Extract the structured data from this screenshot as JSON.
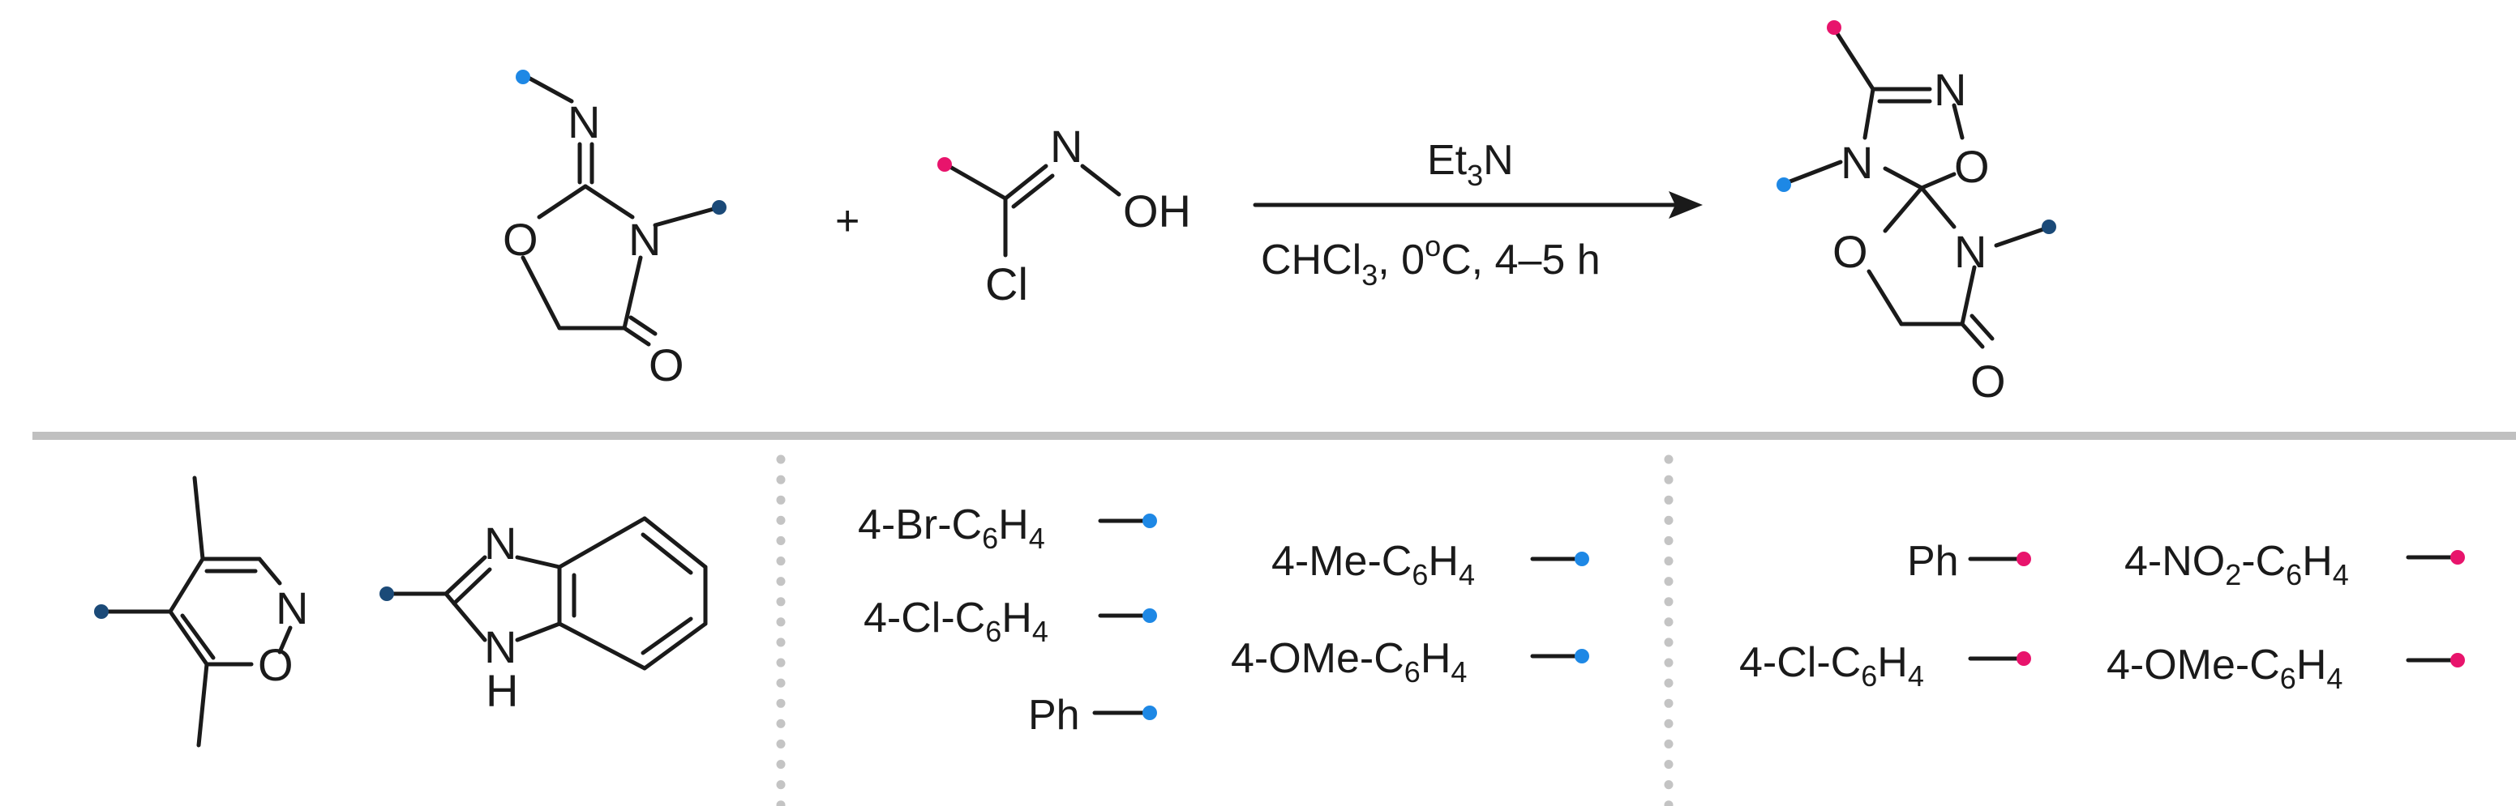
{
  "reaction": {
    "reagent": "Et",
    "reagent_sub": "3",
    "reagent_tail": "N",
    "conditions_a": "CHCl",
    "conditions_sub": "3",
    "conditions_b": ", 0",
    "conditions_sup": "o",
    "conditions_c": "C, 4–5 h",
    "plus": "+"
  },
  "atoms": {
    "N": "N",
    "O": "O",
    "Cl": "Cl",
    "OH": "OH",
    "H": "H"
  },
  "legend": {
    "blue_items": [
      {
        "pre": "4-Br-C",
        "s1": "6",
        "mid": "H",
        "s2": "4"
      },
      {
        "pre": "4-Cl-C",
        "s1": "6",
        "mid": "H",
        "s2": "4"
      },
      {
        "pre": "Ph"
      },
      {
        "pre": "4-Me-C",
        "s1": "6",
        "mid": "H",
        "s2": "4"
      },
      {
        "pre": "4-OMe-C",
        "s1": "6",
        "mid": "H",
        "s2": "4"
      }
    ],
    "pink_items": [
      {
        "pre": "Ph"
      },
      {
        "pre": "4-NO",
        "s1": "2",
        "mid": "-C",
        "s2": "6",
        "mid2": "H",
        "s3": "4"
      },
      {
        "pre": "4-Cl-C",
        "s1": "6",
        "mid": "H",
        "s2": "4"
      },
      {
        "pre": "4-OMe-C",
        "s1": "6",
        "mid": "H",
        "s2": "4"
      }
    ]
  },
  "colors": {
    "blue": "#1e88e5",
    "navy": "#1b4a78",
    "pink": "#e8146c"
  }
}
